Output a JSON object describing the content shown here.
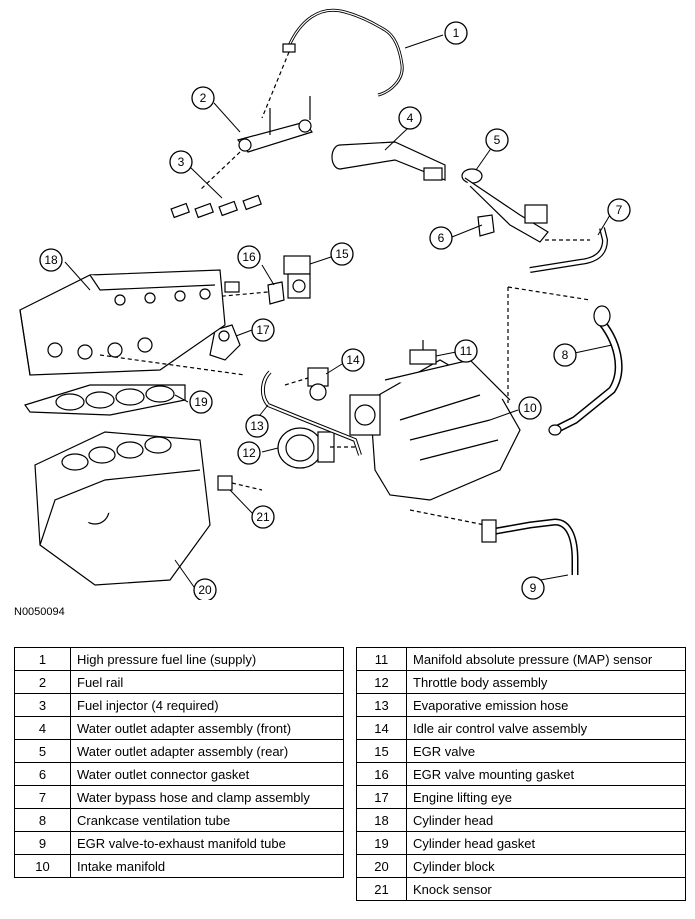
{
  "diagram_code": "N0050094",
  "callouts": [
    "1",
    "2",
    "3",
    "4",
    "5",
    "6",
    "7",
    "8",
    "9",
    "10",
    "11",
    "12",
    "13",
    "14",
    "15",
    "16",
    "17",
    "18",
    "19",
    "20",
    "21"
  ],
  "legend_left": [
    {
      "num": "1",
      "label": "High pressure fuel line (supply)"
    },
    {
      "num": "2",
      "label": "Fuel rail"
    },
    {
      "num": "3",
      "label": "Fuel injector (4 required)"
    },
    {
      "num": "4",
      "label": "Water outlet adapter assembly (front)"
    },
    {
      "num": "5",
      "label": "Water outlet adapter assembly (rear)"
    },
    {
      "num": "6",
      "label": "Water outlet connector gasket"
    },
    {
      "num": "7",
      "label": "Water bypass hose and clamp assembly"
    },
    {
      "num": "8",
      "label": "Crankcase ventilation tube"
    },
    {
      "num": "9",
      "label": "EGR valve-to-exhaust manifold tube"
    },
    {
      "num": "10",
      "label": "Intake manifold"
    }
  ],
  "legend_right": [
    {
      "num": "11",
      "label": "Manifold absolute pressure (MAP) sensor"
    },
    {
      "num": "12",
      "label": "Throttle body assembly"
    },
    {
      "num": "13",
      "label": "Evaporative emission hose"
    },
    {
      "num": "14",
      "label": "Idle air control valve assembly"
    },
    {
      "num": "15",
      "label": "EGR valve"
    },
    {
      "num": "16",
      "label": "EGR valve mounting gasket"
    },
    {
      "num": "17",
      "label": "Engine lifting eye"
    },
    {
      "num": "18",
      "label": "Cylinder head"
    },
    {
      "num": "19",
      "label": "Cylinder head gasket"
    },
    {
      "num": "20",
      "label": "Cylinder block"
    },
    {
      "num": "21",
      "label": "Knock sensor"
    }
  ]
}
